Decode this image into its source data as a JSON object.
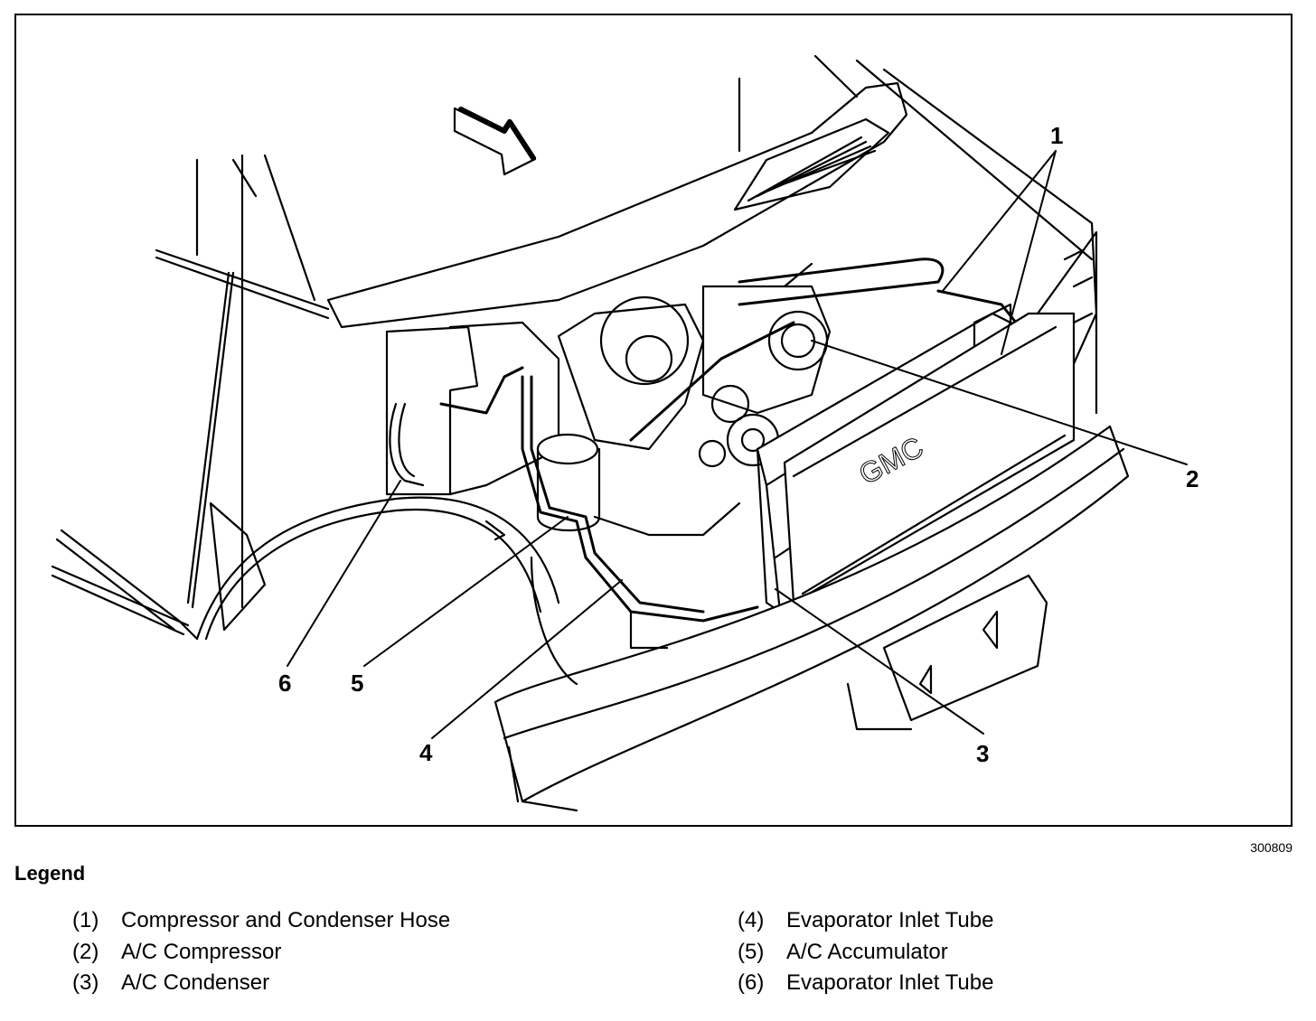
{
  "diagram": {
    "callouts": [
      "1",
      "2",
      "3",
      "4",
      "5",
      "6"
    ],
    "figure_id": "300809",
    "legend_title": "Legend",
    "legend_left": [
      {
        "num": "(1)",
        "label": "Compressor and Condenser Hose"
      },
      {
        "num": "(2)",
        "label": "A/C Compressor"
      },
      {
        "num": "(3)",
        "label": "A/C Condenser"
      }
    ],
    "legend_right": [
      {
        "num": "(4)",
        "label": "Evaporator Inlet Tube"
      },
      {
        "num": "(5)",
        "label": "A/C Accumulator"
      },
      {
        "num": "(6)",
        "label": "Evaporator Inlet Tube"
      }
    ]
  }
}
